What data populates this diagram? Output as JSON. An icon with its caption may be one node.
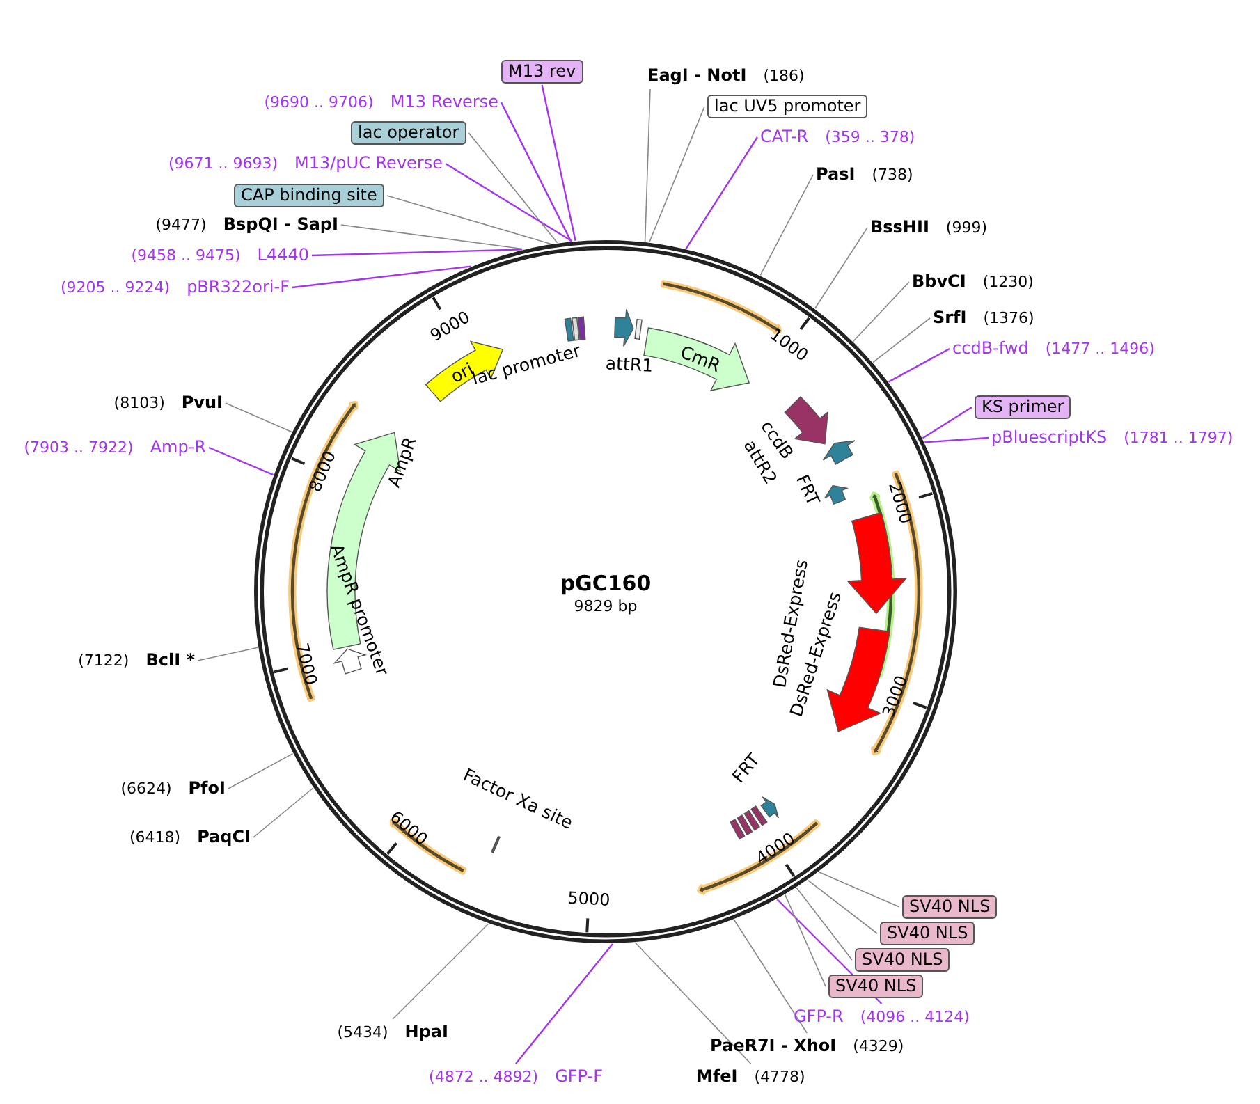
{
  "diagram": {
    "title": "pGC160",
    "nodes": [
      {
        "text": [
          "M13 rev"
        ]
      },
      {
        "text": [
          "M13 Reverse"
        ],
        "beside": [
          "(9690 .. 9706)"
        ]
      },
      {
        "text": [
          "lac operator"
        ]
      },
      {
        "text": [
          "M13/pUC Reverse"
        ],
        "beside": [
          "(9671 .. 9693)"
        ]
      },
      {
        "text": [
          "CAP binding site"
        ]
      },
      {
        "text": [
          "BspQI - SapI"
        ],
        "beside": [
          "(9477)"
        ]
      },
      {
        "text": [
          "L4440"
        ],
        "beside": [
          "(9458 .. 9475)"
        ]
      },
      {
        "text": [
          "pBR322ori-F"
        ],
        "beside": [
          "(9205 .. 9224)"
        ]
      },
      {
        "text": [
          "PvuI"
        ],
        "beside": [
          "(8103)"
        ]
      },
      {
        "text": [
          "Amp-R"
        ],
        "beside": [
          "(7903 .. 7922)"
        ]
      },
      {
        "text": [
          "BclI *"
        ],
        "beside": [
          "(7122)"
        ]
      },
      {
        "text": [
          "PfoI"
        ],
        "beside": [
          "(6624)"
        ]
      },
      {
        "text": [
          "PaqCI"
        ],
        "beside": [
          "(6418)"
        ]
      },
      {
        "text": [
          "HpaI"
        ],
        "beside": [
          "(5434)"
        ]
      },
      {
        "text": [
          "GFP-F"
        ],
        "beside": [
          "(4872 .. 4892)"
        ]
      },
      {
        "text": [
          "MfeI"
        ],
        "beside": [
          "(4778)"
        ]
      },
      {
        "text": [
          "PaeR7I - XhoI"
        ],
        "beside": [
          "(4329)"
        ]
      },
      {
        "text": [
          "GFP-R"
        ],
        "beside": [
          "(4096 .. 4124)"
        ]
      },
      {
        "text": [
          "SV40 NLS"
        ]
      },
      {
        "text": [
          "SV40 NLS"
        ]
      },
      {
        "text": [
          "SV40 NLS"
        ]
      },
      {
        "text": [
          "SV40 NLS"
        ]
      },
      {
        "text": [
          "ccdB-fwd"
        ],
        "beside": [
          "(1477 .. 1496)"
        ]
      },
      {
        "text": [
          "KS primer"
        ]
      },
      {
        "text": [
          "pBluescriptKS"
        ],
        "beside": [
          "(1781 .. 1797)"
        ]
      },
      {
        "text": [
          "SrfI"
        ],
        "beside": [
          "(1376)"
        ]
      },
      {
        "text": [
          "BbvCI"
        ],
        "beside": [
          "(1230)"
        ]
      },
      {
        "text": [
          "BssHII"
        ],
        "beside": [
          "(999)"
        ]
      },
      {
        "text": [
          "PasI"
        ],
        "beside": [
          "(738)"
        ]
      },
      {
        "text": [
          "CAT-R"
        ],
        "beside": [
          "(359 .. 378)"
        ]
      },
      {
        "text": [
          "lac UV5 promoter"
        ]
      },
      {
        "text": [
          "EagI - NotI"
        ],
        "beside": [
          "(186)"
        ]
      },
      {
        "text": [],
        "shape": "circle"
      },
      {
        "text": [
          "ori"
        ],
        "in": 32
      },
      {
        "text": [
          "lac promoter"
        ],
        "in": 32
      },
      {
        "text": [
          "attR1"
        ],
        "in": 32
      },
      {
        "text": [
          "CmR"
        ],
        "in": 32
      },
      {
        "text": [
          "ccdB"
        ],
        "in": 32
      },
      {
        "text": [
          "attR2"
        ],
        "in": 32
      },
      {
        "text": [
          "FRT"
        ],
        "in": 32
      },
      {
        "text": [
          "DsRed-Express"
        ],
        "in": 32
      },
      {
        "text": [
          "DsRed-Express"
        ],
        "in": 32
      },
      {
        "text": [
          "FRT"
        ],
        "in": 32
      },
      {
        "text": [
          "Factor Xa site"
        ],
        "in": 32
      },
      {
        "text": [
          "AmpR"
        ],
        "in": 32
      },
      {
        "text": [
          "AmpR promoter"
        ],
        "in": 32
      },
      {
        "text": [],
        "shape": "arrow",
        "in": 32
      },
      {
        "text": [],
        "shape": "arrow",
        "in": 32
      },
      {
        "text": [],
        "shape": "arrow",
        "in": 32
      },
      {
        "text": [],
        "shape": "arrow",
        "in": 32
      },
      {
        "text": [],
        "shape": "arrow",
        "in": 32
      },
      {
        "text": [],
        "shape": "arrow",
        "in": 32
      }
    ],
    "edges": [
      {
        "from": 0,
        "to": 32,
        "arrow": "none",
        "color": "#a335f0"
      },
      {
        "from": 1,
        "to": 32,
        "arrow": "none",
        "color": "#a335f0"
      },
      {
        "from": 2,
        "to": 32,
        "arrow": "none"
      },
      {
        "from": 3,
        "to": 32,
        "arrow": "none",
        "color": "#a335f0"
      },
      {
        "from": 4,
        "to": 32,
        "arrow": "none"
      },
      {
        "from": 5,
        "to": 32,
        "arrow": "none"
      },
      {
        "from": 6,
        "to": 32,
        "arrow": "none",
        "color": "#a335f0"
      },
      {
        "from": 7,
        "to": 32,
        "arrow": "none",
        "color": "#a335f0"
      },
      {
        "from": 8,
        "to": 32,
        "arrow": "none"
      },
      {
        "from": 9,
        "to": 32,
        "arrow": "none",
        "color": "#a335f0"
      },
      {
        "from": 10,
        "to": 32,
        "arrow": "none"
      },
      {
        "from": 11,
        "to": 32,
        "arrow": "none"
      },
      {
        "from": 12,
        "to": 32,
        "arrow": "none"
      },
      {
        "from": 13,
        "to": 32,
        "arrow": "none"
      },
      {
        "from": 14,
        "to": 32,
        "arrow": "none",
        "color": "#a335f0"
      },
      {
        "from": 15,
        "to": 32,
        "arrow": "none"
      },
      {
        "from": 16,
        "to": 32,
        "arrow": "none"
      },
      {
        "from": 17,
        "to": 32,
        "arrow": "none",
        "color": "#a335f0"
      },
      {
        "from": 18,
        "to": 32,
        "arrow": "none"
      },
      {
        "from": 19,
        "to": 32,
        "arrow": "none"
      },
      {
        "from": 20,
        "to": 32,
        "arrow": "none"
      },
      {
        "from": 21,
        "to": 32,
        "arrow": "none"
      },
      {
        "from": 22,
        "to": 32,
        "arrow": "none",
        "color": "#a335f0"
      },
      {
        "from": 23,
        "to": 32,
        "arrow": "none",
        "color": "#a335f0"
      },
      {
        "from": 24,
        "to": 32,
        "arrow": "none",
        "color": "#a335f0"
      },
      {
        "from": 25,
        "to": 32,
        "arrow": "none"
      },
      {
        "from": 26,
        "to": 32,
        "arrow": "none"
      },
      {
        "from": 27,
        "to": 32,
        "arrow": "none"
      },
      {
        "from": 28,
        "to": 32,
        "arrow": "none"
      },
      {
        "from": 29,
        "to": 32,
        "arrow": "none",
        "color": "#a335f0"
      },
      {
        "from": 30,
        "to": 32,
        "arrow": "none"
      },
      {
        "from": 31,
        "to": 32,
        "arrow": "none"
      }
    ],
    "labels": [
      "9829 bp",
      "1000",
      "2000",
      "3000",
      "4000",
      "5000",
      "6000",
      "7000",
      "8000",
      "9000"
    ]
  }
}
